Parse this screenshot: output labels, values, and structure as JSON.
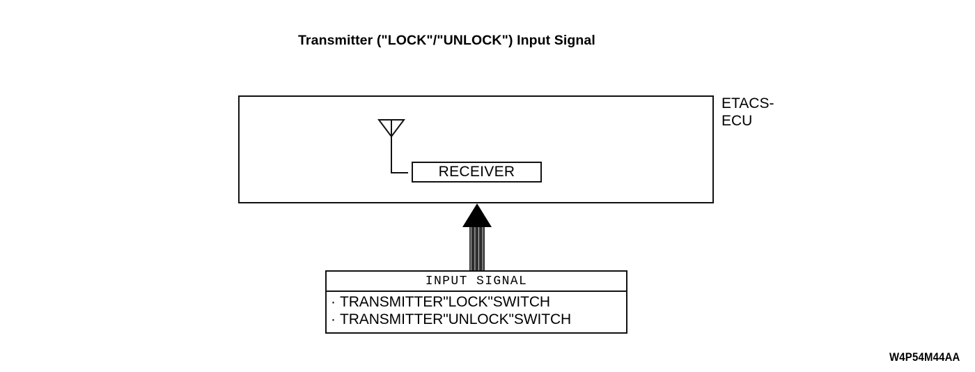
{
  "title": "Transmitter (\"LOCK\"/\"UNLOCK\") Input Signal",
  "ecu": {
    "label_line1": "ETACS-",
    "label_line2": "ECU",
    "receiver_label": "RECEIVER"
  },
  "input_signal": {
    "header": "INPUT SIGNAL",
    "items": [
      {
        "bullet": "·",
        "text": "TRANSMITTER\"LOCK\"SWITCH"
      },
      {
        "bullet": "·",
        "text": "TRANSMITTER\"UNLOCK\"SWITCH"
      }
    ]
  },
  "figure_code": "W4P54M44AA",
  "colors": {
    "line": "#111111",
    "background": "#ffffff",
    "arrow_fill": "#000000",
    "arrow_stripe": "#3a3a3a"
  }
}
